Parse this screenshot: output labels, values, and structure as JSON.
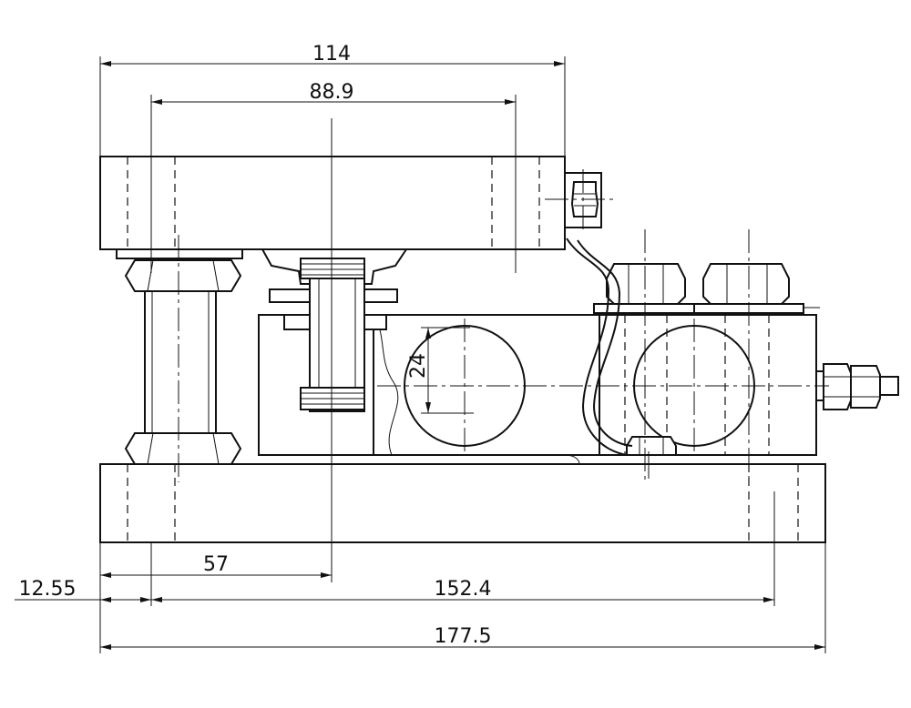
{
  "drawing": {
    "dimensions": {
      "overall_top_width": "114",
      "bolt_spacing_top": "88.9",
      "load_pin_offset": "57",
      "edge_offset": "12.55",
      "base_bolt_spacing": "152.4",
      "base_length": "177.5",
      "beam_hole_diameter": "24"
    }
  }
}
